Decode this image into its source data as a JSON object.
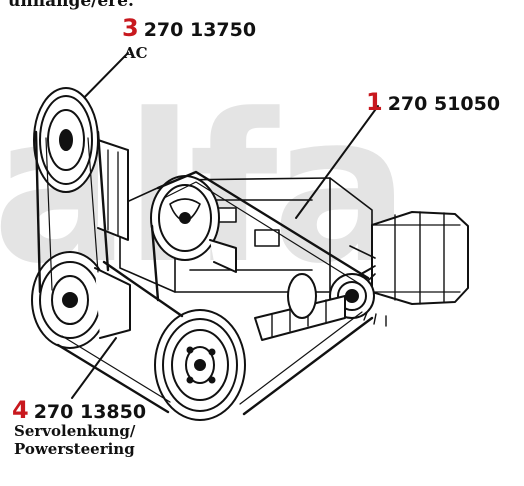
{
  "header": {
    "cut_text": "unnänge/ere."
  },
  "watermark": {
    "text": "alfa"
  },
  "callouts": [
    {
      "number": "3",
      "part_no": "270 13750",
      "lines": [
        "AC"
      ]
    },
    {
      "number": "1",
      "part_no": "270 51050",
      "lines": []
    },
    {
      "number": "4",
      "part_no": "270 13850",
      "lines": [
        "Servolenkung/",
        "Powersteering"
      ]
    }
  ],
  "colors": {
    "number": "#c8181e",
    "ink": "#111111",
    "watermark": "#e4e4e4"
  }
}
